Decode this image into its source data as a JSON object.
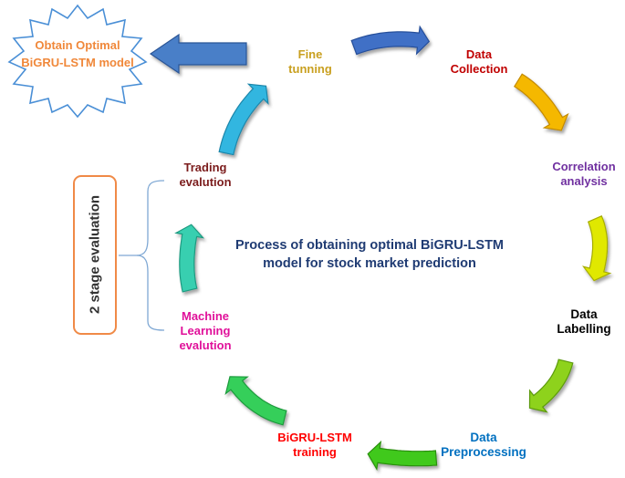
{
  "title": {
    "line1": "Process of obtaining optimal BiGRU-LSTM",
    "line2": "model for stock market prediction"
  },
  "goal": {
    "line1": "Obtain Optimal",
    "line2": "BiGRU-LSTM model"
  },
  "stage_group": {
    "label": "2 stage evaluation"
  },
  "steps": [
    {
      "line1": "Fine",
      "line2": "tunning",
      "color": "#c9a020"
    },
    {
      "line1": "Data",
      "line2": "Collection",
      "color": "#c00000"
    },
    {
      "line1": "Correlation",
      "line2": "analysis",
      "color": "#7030a0"
    },
    {
      "line1": "Data",
      "line2": "Labelling",
      "color": "#000000"
    },
    {
      "line1": "Data",
      "line2": "Preprocessing",
      "color": "#0070c0"
    },
    {
      "line1": "BiGRU-LSTM",
      "line2": "training",
      "color": "#ff0000"
    },
    {
      "line1": "Machine",
      "line2": "Learning",
      "line3": "evalution",
      "color": "#e0119a"
    },
    {
      "line1": "Trading",
      "line2": "evalution",
      "color": "#7b1c1c"
    }
  ],
  "colors": {
    "title": "#1f3b73",
    "goal_text": "#f0883a",
    "goal_star_stroke": "#4a8fd6",
    "stage_border": "#f08a47",
    "bracket": "#7fa8d4",
    "back_arrow": "#4a7fc8"
  }
}
